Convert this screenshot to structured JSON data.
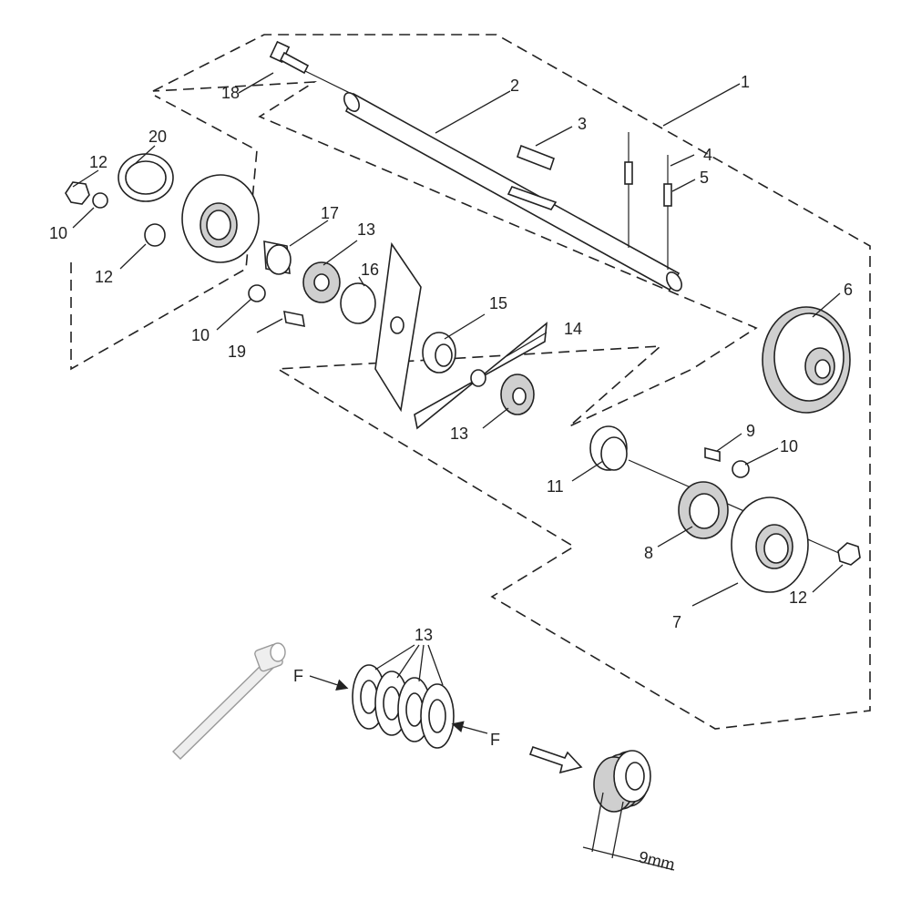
{
  "callouts": {
    "c1": "1",
    "c2": "2",
    "c3": "3",
    "c4": "4",
    "c5": "5",
    "c6": "6",
    "c7": "7",
    "c8": "8",
    "c9": "9",
    "c10a": "10",
    "c10b": "10",
    "c10c": "10",
    "c11": "11",
    "c12a": "12",
    "c12b": "12",
    "c12c": "12",
    "c13a": "13",
    "c13b": "13",
    "c13c": "13",
    "c14": "14",
    "c15": "15",
    "c16": "16",
    "c17": "17",
    "c18": "18",
    "c19": "19",
    "c20": "20"
  },
  "detail": {
    "force_left": "F",
    "force_right": "F",
    "dimension": "9mm"
  }
}
